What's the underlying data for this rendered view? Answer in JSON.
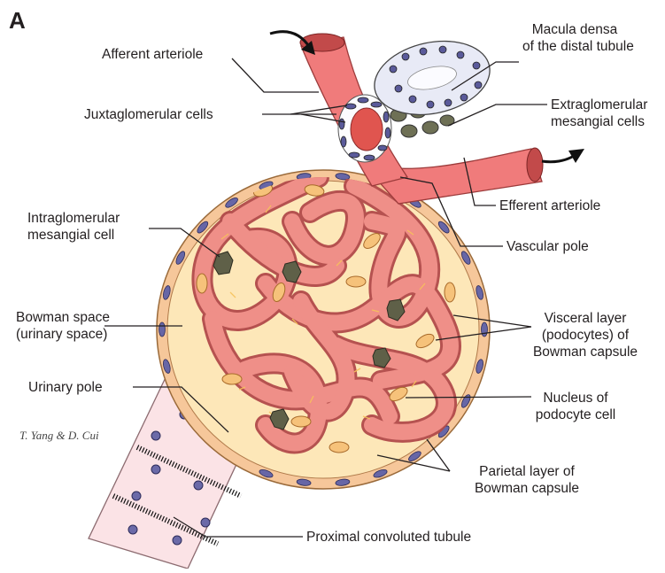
{
  "panel_letter": "A",
  "signature": "T. Yang & D. Cui",
  "labels": {
    "afferent_arteriole": "Afferent arteriole",
    "juxtaglomerular_cells": "Juxtaglomerular cells",
    "macula_densa_1": "Macula densa",
    "macula_densa_2": "of the distal tubule",
    "extraglomerular_1": "Extraglomerular",
    "extraglomerular_2": "mesangial cells",
    "efferent_arteriole": "Efferent arteriole",
    "vascular_pole": "Vascular pole",
    "intraglomerular_1": "Intraglomerular",
    "intraglomerular_2": "mesangial cell",
    "bowman_space_1": "Bowman space",
    "bowman_space_2": "(urinary space)",
    "urinary_pole": "Urinary pole",
    "visceral_1": "Visceral layer",
    "visceral_2": "(podocytes) of",
    "visceral_3": "Bowman capsule",
    "nucleus_1": "Nucleus of",
    "nucleus_2": "podocyte cell",
    "parietal_1": "Parietal layer  of",
    "parietal_2": "Bowman capsule",
    "proximal_tubule": "Proximal convoluted tubule"
  },
  "colors": {
    "capillary": "#f08a8a",
    "capillary_dark": "#c85a5a",
    "bowman_space": "#fde7b8",
    "capsule_wall": "#f5c89a",
    "nucleus": "#5a5a9a",
    "mesangial": "#6e6e55",
    "macula_densa": "#e6e8f5",
    "tubule": "#f8d8dc"
  }
}
